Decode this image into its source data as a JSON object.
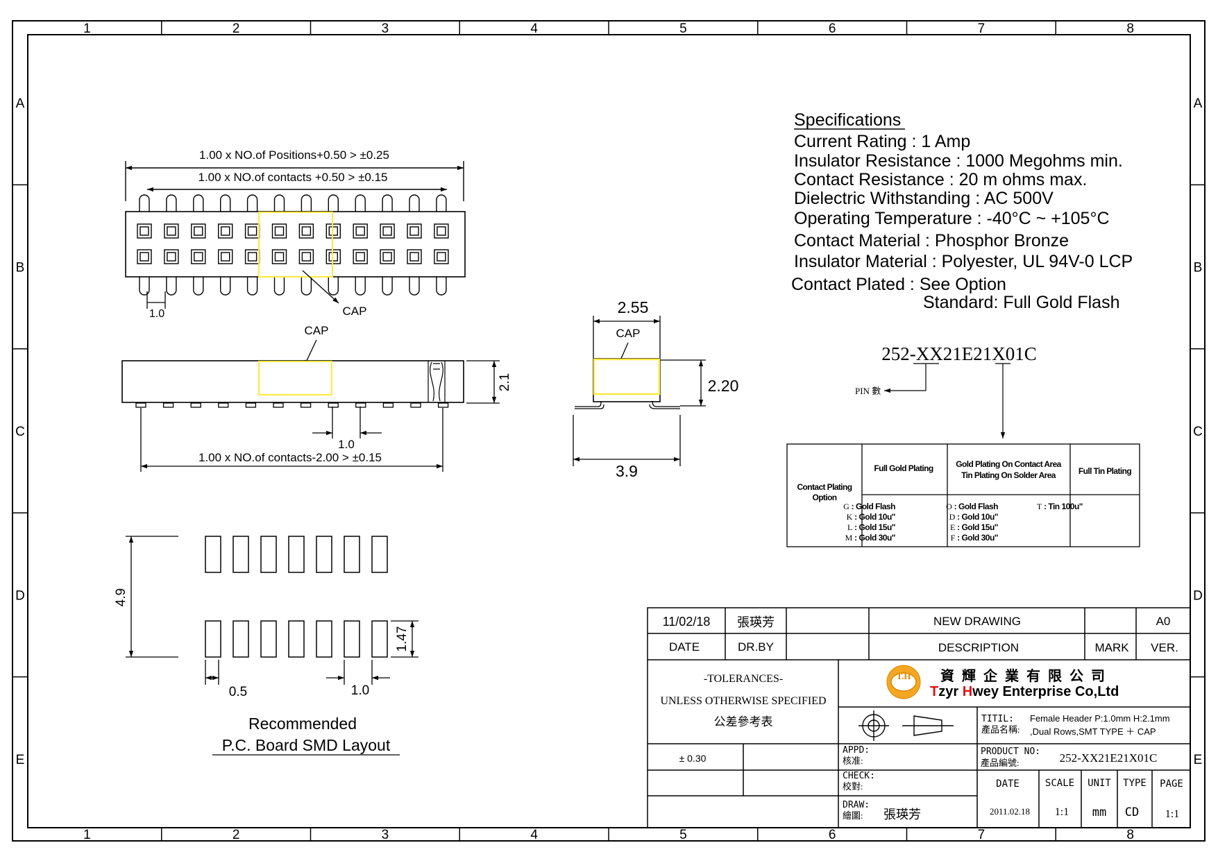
{
  "border": {
    "columns": [
      "1",
      "2",
      "3",
      "4",
      "5",
      "6",
      "7",
      "8"
    ],
    "rows": [
      "A",
      "B",
      "C",
      "D",
      "E"
    ]
  },
  "specifications": {
    "heading": "Specifications",
    "lines": [
      "Current Rating : 1 Amp",
      "Insulator Resistance : 1000 Megohms min.",
      "Contact Resistance : 20 m ohms max.",
      "Dielectric Withstanding : AC 500V",
      "Operating Temperature : -40°C ~ +105°C",
      "Contact Material : Phosphor Bronze",
      "Insulator Material : Polyester, UL 94V-0 LCP",
      "Contact Plated : See Option",
      "Standard: Full Gold Flash"
    ]
  },
  "top_view": {
    "dim_positions": "1.00 x NO.of Positions+0.50 > ±0.25",
    "dim_contacts": "1.00 x NO.of contacts +0.50 > ±0.15",
    "pitch": "1.0",
    "cap_label": "CAP"
  },
  "side_view": {
    "cap_label": "CAP",
    "height": "2.1",
    "pitch": "1.0",
    "dim_contacts": "1.00 x NO.of contacts-2.00 > ±0.15"
  },
  "end_view": {
    "width_top": "2.55",
    "cap_label": "CAP",
    "height": "2.20",
    "width_bottom": "3.9"
  },
  "part_number": {
    "code": "252-XX21E21X01C",
    "pin_label": "PIN 數"
  },
  "plating_table": {
    "row_header": "Contact Plating Option",
    "columns": [
      {
        "header": "Full Gold Plating",
        "options": [
          [
            "G",
            "Gold Flash"
          ],
          [
            "K",
            "Gold 10u\""
          ],
          [
            "L",
            "Gold 15u\""
          ],
          [
            "M",
            "Gold 30u\""
          ]
        ]
      },
      {
        "header": "Gold Plating On Contact Area\nTin Plating On Solder Area",
        "options": [
          [
            "O",
            "Gold Flash"
          ],
          [
            "D",
            "Gold 10u\""
          ],
          [
            "E",
            "Gold 15u\""
          ],
          [
            "F",
            "Gold 30u\""
          ]
        ]
      },
      {
        "header": "Full Tin Plating",
        "options": [
          [
            "T",
            "Tin 100u\""
          ]
        ]
      }
    ]
  },
  "pcb_layout": {
    "pad_length": "4.9",
    "pad_height": "1.47",
    "pad_width": "0.5",
    "pitch": "1.0",
    "title1": "Recommended",
    "title2": "P.C. Board SMD Layout"
  },
  "title_block": {
    "rev_date": "11/02/18",
    "rev_drawer": "張瑛芳",
    "rev_desc": "NEW  DRAWING",
    "rev_ver": "A0",
    "hdr_date": "DATE",
    "hdr_drby": "DR.BY",
    "hdr_desc": "DESCRIPTION",
    "hdr_mark": "MARK",
    "hdr_ver": "VER.",
    "tol1": "-TOLERANCES-",
    "tol2": "UNLESS OTHERWISE SPECIFIED",
    "tol3": "公差參考表",
    "tol_value": "± 0.30",
    "logo_mark": "T.H",
    "company_cn": "資 輝 企 業 有 限 公 司",
    "company_en_t": "T",
    "company_en_1": "zyr ",
    "company_en_h": "H",
    "company_en_2": "wey Enterprise Co,Ltd",
    "title_label": "TITIL:",
    "title_label_cn": "產品名稱:",
    "title_text1": "Female Header P:1.0mm  H:2.1mm",
    "title_text2": ",Dual Rows,SMT TYPE ＋ CAP",
    "appd": "APPD:",
    "appd_cn": "核准:",
    "check": "CHECK:",
    "check_cn": "校對:",
    "draw": "DRAW:",
    "draw_cn": "繪圖:",
    "draw_name": "張瑛芳",
    "product_label": "PRODUCT  NO:",
    "product_label_cn": "產品編號:",
    "product_no": "252-XX21E21X01C",
    "col_date": "DATE",
    "col_scale": "SCALE",
    "col_unit": "UNIT",
    "col_type": "TYPE",
    "col_page": "PAGE",
    "val_date": "2011.02.18",
    "val_scale": "1:1",
    "val_unit": "mm",
    "val_type": "CD",
    "val_page": "1:1"
  }
}
